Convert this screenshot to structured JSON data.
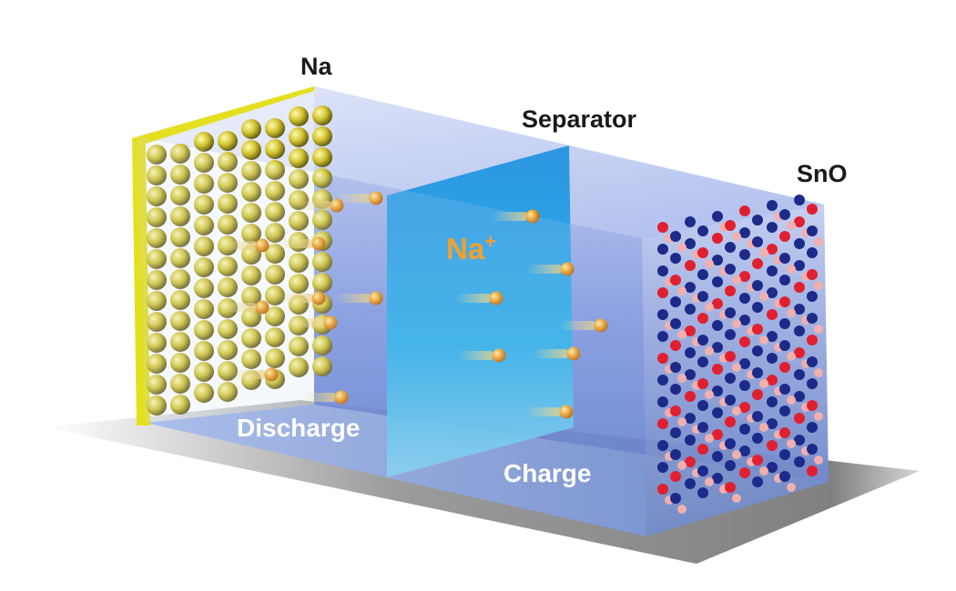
{
  "labels": {
    "anode": "Na",
    "separator": "Separator",
    "cathode": "SnO",
    "ion": "Na",
    "ion_charge": "+",
    "discharge": "Discharge",
    "charge": "Charge"
  },
  "colors": {
    "sodium": "#d8c832",
    "ion": "#f0a020",
    "tin": "#1c2a8a",
    "oxygen": "#e02030",
    "separator": "#1aa0e0"
  }
}
